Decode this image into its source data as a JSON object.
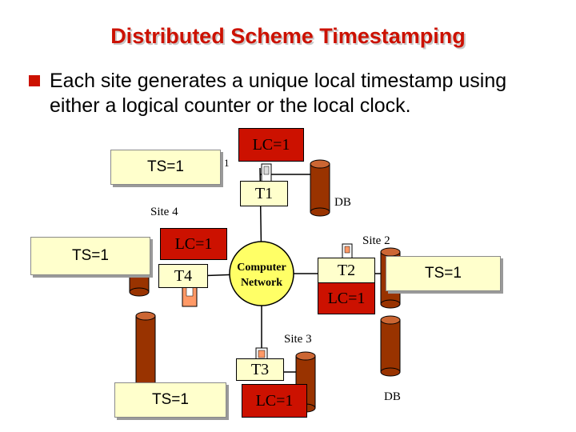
{
  "title": "Distributed Scheme Timestamping",
  "bullet": "Each site generates a unique local timestamp using either a logical counter or the local clock.",
  "diagram": {
    "network": {
      "line1": "Computer",
      "line2": "Network"
    },
    "sites": {
      "site1": {
        "lc": "LC=1",
        "transaction": "T1",
        "db": "DB",
        "ts": "TS=1",
        "fragment": "1"
      },
      "site2": {
        "label": "Site 2",
        "lc": "LC=1",
        "transaction": "T2",
        "ts": "TS=1"
      },
      "site3": {
        "label": "Site 3",
        "lc": "LC=1",
        "transaction": "T3",
        "db": "DB",
        "ts": "TS=1"
      },
      "site4": {
        "label": "Site 4",
        "lc": "LC=1",
        "transaction": "T4",
        "ts": "TS=1"
      }
    }
  },
  "colors": {
    "title": "#cc1100",
    "bullet": "#cc1100",
    "lc_box": "#cc1100",
    "ts_box": "#ffffcc",
    "network": "#ffff66",
    "db_cylinder": "#993300",
    "terminal": "#ff9966"
  }
}
